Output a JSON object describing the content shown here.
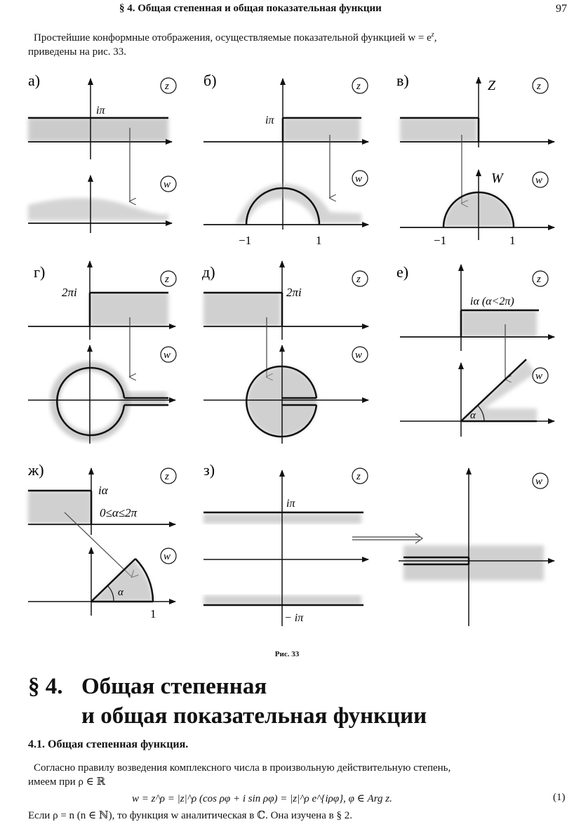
{
  "header": {
    "title": "§ 4. Общая степенная и общая показательная функции",
    "page": "97"
  },
  "intro": {
    "line1": "Простейшие конформные отображения, осуществляемые показательной функцией w = e",
    "sup": "z",
    "line1_end": ",",
    "line2": "приведены на рис. 33."
  },
  "figure": {
    "panels": {
      "a": {
        "label": "а)",
        "z": "z",
        "w": "w",
        "ipi": "iπ"
      },
      "b": {
        "label": "б)",
        "z": "z",
        "w": "w",
        "ipi": "iπ",
        "m1": "−1",
        "p1": "1"
      },
      "v": {
        "label": "в)",
        "z": "z",
        "w": "w",
        "Z": "Z",
        "W": "W",
        "m1": "−1",
        "p1": "1"
      },
      "g": {
        "label": "г)",
        "z": "z",
        "w": "w",
        "t": "2πi"
      },
      "d": {
        "label": "д)",
        "z": "z",
        "w": "w",
        "t": "2πi"
      },
      "e": {
        "label": "е)",
        "z": "z",
        "w": "w",
        "t": "iα (α<2π)",
        "alpha": "α"
      },
      "zh": {
        "label": "ж)",
        "z": "z",
        "w": "w",
        "ia": "iα",
        "range": "0≤α≤2π",
        "alpha": "α",
        "one": "1"
      },
      "ze": {
        "label": "з)",
        "z": "z",
        "w": "w",
        "ipi": "iπ",
        "mipi": "− iπ"
      }
    },
    "caption": "Рис. 33"
  },
  "section": {
    "num": "§ 4.",
    "title1": "Общая степенная",
    "title2": "и общая показательная функции"
  },
  "subsection": {
    "title": "4.1. Общая степенная функция."
  },
  "body": {
    "p1_l1": "Согласно правилу возведения комплексного числа в произвольную действительную степень,",
    "p1_l2": "имеем при ρ ∈ ℝ",
    "formula": "w = z^ρ = |z|^ρ (cos ρφ + i sin ρφ) = |z|^ρ e^{iρφ},    φ ∈ Arg z.",
    "eqnum": "(1)",
    "p2": "Если ρ = n (n ∈ ℕ), то функция w аналитическая в ℂ. Она изучена в § 2."
  }
}
